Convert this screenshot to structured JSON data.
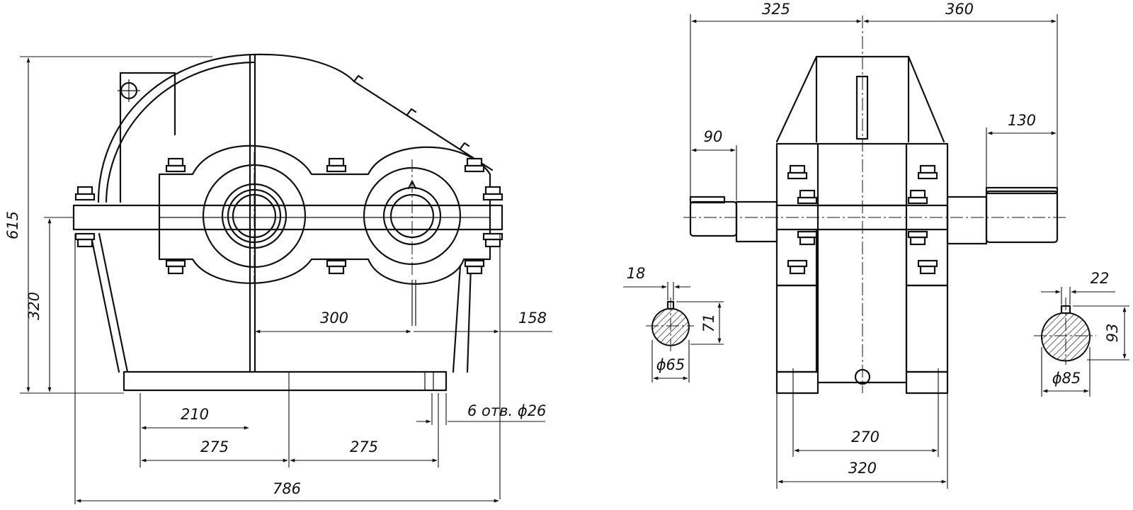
{
  "drawing": {
    "front_view": {
      "height_overall": "615",
      "height_axis": "320",
      "center_distance": "300",
      "output_offset": "158",
      "bolt_offset": "210",
      "bolt_pitch_left": "275",
      "bolt_pitch_right": "275",
      "length_overall": "786",
      "holes_note": "6 отв. ϕ26"
    },
    "side_view": {
      "left_extent": "325",
      "right_extent": "360",
      "input_shaft_length": "90",
      "output_shaft_length": "130",
      "foot_bolt_spacing": "270",
      "foot_width": "320"
    },
    "input_shaft_section": {
      "key_width": "18",
      "key_depth": "71",
      "diameter": "ϕ65"
    },
    "output_shaft_section": {
      "key_width": "22",
      "key_depth": "93",
      "diameter": "ϕ85"
    }
  }
}
